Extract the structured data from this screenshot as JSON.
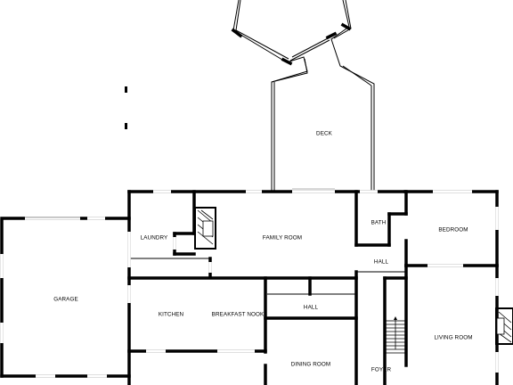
{
  "rooms": {
    "deck": "DECK",
    "bath": "BATH",
    "bedroom": "BEDROOM",
    "laundry": "LAUNDRY",
    "family_room": "FAMILY ROOM",
    "hall_upper": "HALL",
    "garage": "GARAGE",
    "kitchen": "KITCHEN",
    "breakfast_nook": "BREAKFAST NOOK",
    "hall_lower": "HALL",
    "living_room": "LIVING ROOM",
    "dining_room": "DINING ROOM",
    "foyer": "FOYER"
  }
}
